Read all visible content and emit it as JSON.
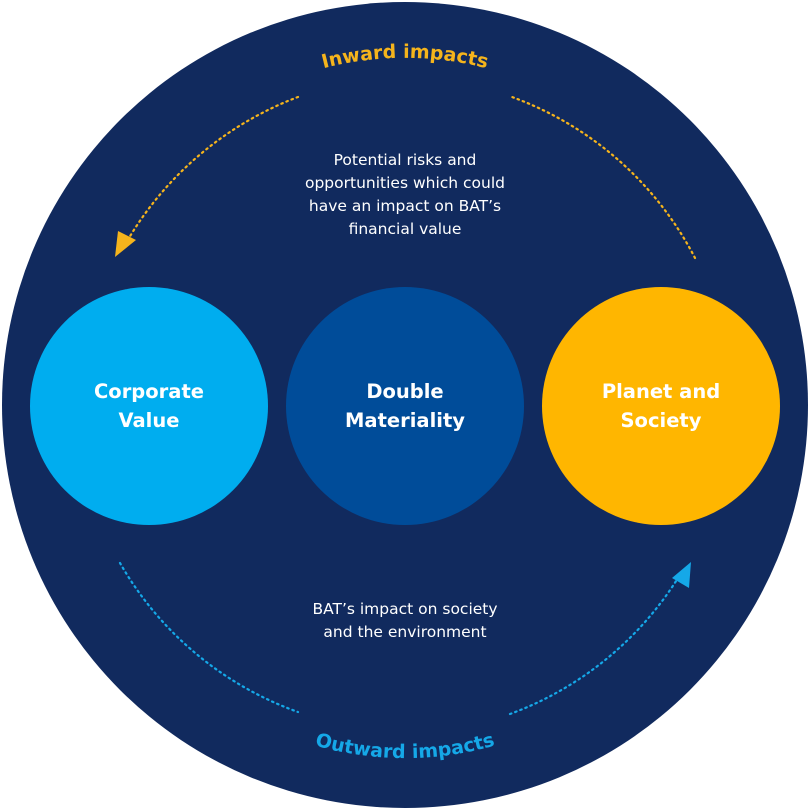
{
  "colors": {
    "outer_circle": "#112a5e",
    "corporate_value": "#00adef",
    "double_materiality": "#004c99",
    "planet_and_society": "#ffb600",
    "inward_accent": "#f5b41c",
    "outward_accent": "#15a8e8",
    "text": "#ffffff"
  },
  "inward": {
    "title": "Inward impacts",
    "description": "Potential risks and\nopportunities which could\nhave an impact on BAT’s\nfinancial value"
  },
  "outward": {
    "title": "Outward impacts",
    "description": "BAT’s impact on society\nand the environment"
  },
  "circles": {
    "corporate_value": "Corporate\nValue",
    "double_materiality": "Double\nMateriality",
    "planet_and_society": "Planet and\nSociety"
  }
}
